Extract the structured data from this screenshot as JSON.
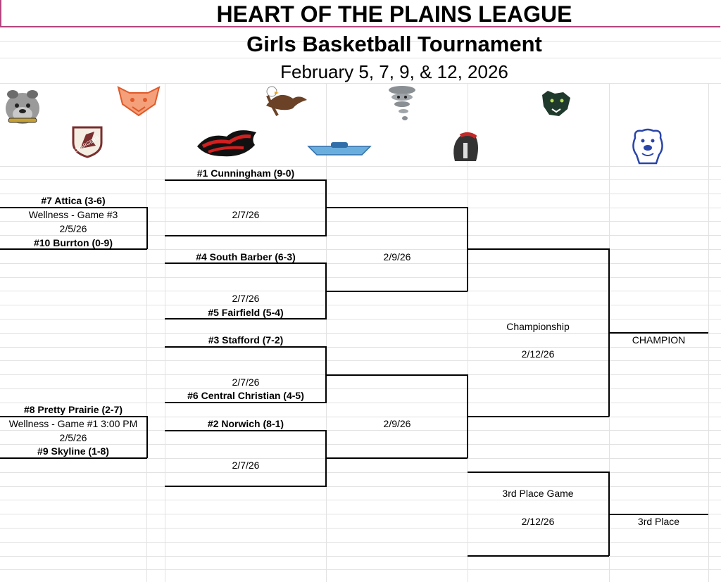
{
  "header": {
    "league": "HEART OF THE PLAINS LEAGUE",
    "tournament": "Girls Basketball Tournament",
    "dates": "February 5, 7, 9, & 12,  2026"
  },
  "play_in": [
    {
      "top": "#7 Attica (3-6)",
      "site": "Wellness - Game #3",
      "date": "2/5/26",
      "bottom": "#10 Burrton (0-9)"
    },
    {
      "top": "#8 Pretty Prairie (2-7)",
      "site": "Wellness - Game #1 3:00 PM",
      "date": "2/5/26",
      "bottom": "#9 Skyline (1-8)"
    }
  ],
  "quarterfinals": [
    {
      "top": "#1 Cunningham (9-0)",
      "date": "2/7/26",
      "bottom": ""
    },
    {
      "top": "#4 South Barber (6-3)",
      "date": "2/7/26",
      "bottom": "#5 Fairfield (5-4)"
    },
    {
      "top": "#3 Stafford (7-2)",
      "date": "2/7/26",
      "bottom": "#6 Central Christian (4-5)"
    },
    {
      "top": "#2 Norwich (8-1)",
      "date": "2/7/26",
      "bottom": ""
    }
  ],
  "semifinals": [
    {
      "date": "2/9/26"
    },
    {
      "date": "2/9/26"
    }
  ],
  "championship": {
    "label": "Championship",
    "date": "2/12/26",
    "winner": "CHAMPION"
  },
  "third_place": {
    "label": "3rd Place Game",
    "date": "2/12/26",
    "winner": "3rd Place"
  },
  "logos": [
    "bulldog-mascot-logo",
    "wildcat-mascot-logo",
    "chargers-shield-logo",
    "eagle-mascot-logo",
    "red-mascot-logo",
    "blue-emblem-logo",
    "tornado-mascot-logo",
    "spartan-helmet-logo",
    "panther-mascot-logo",
    "bulldog-blue-logo"
  ]
}
